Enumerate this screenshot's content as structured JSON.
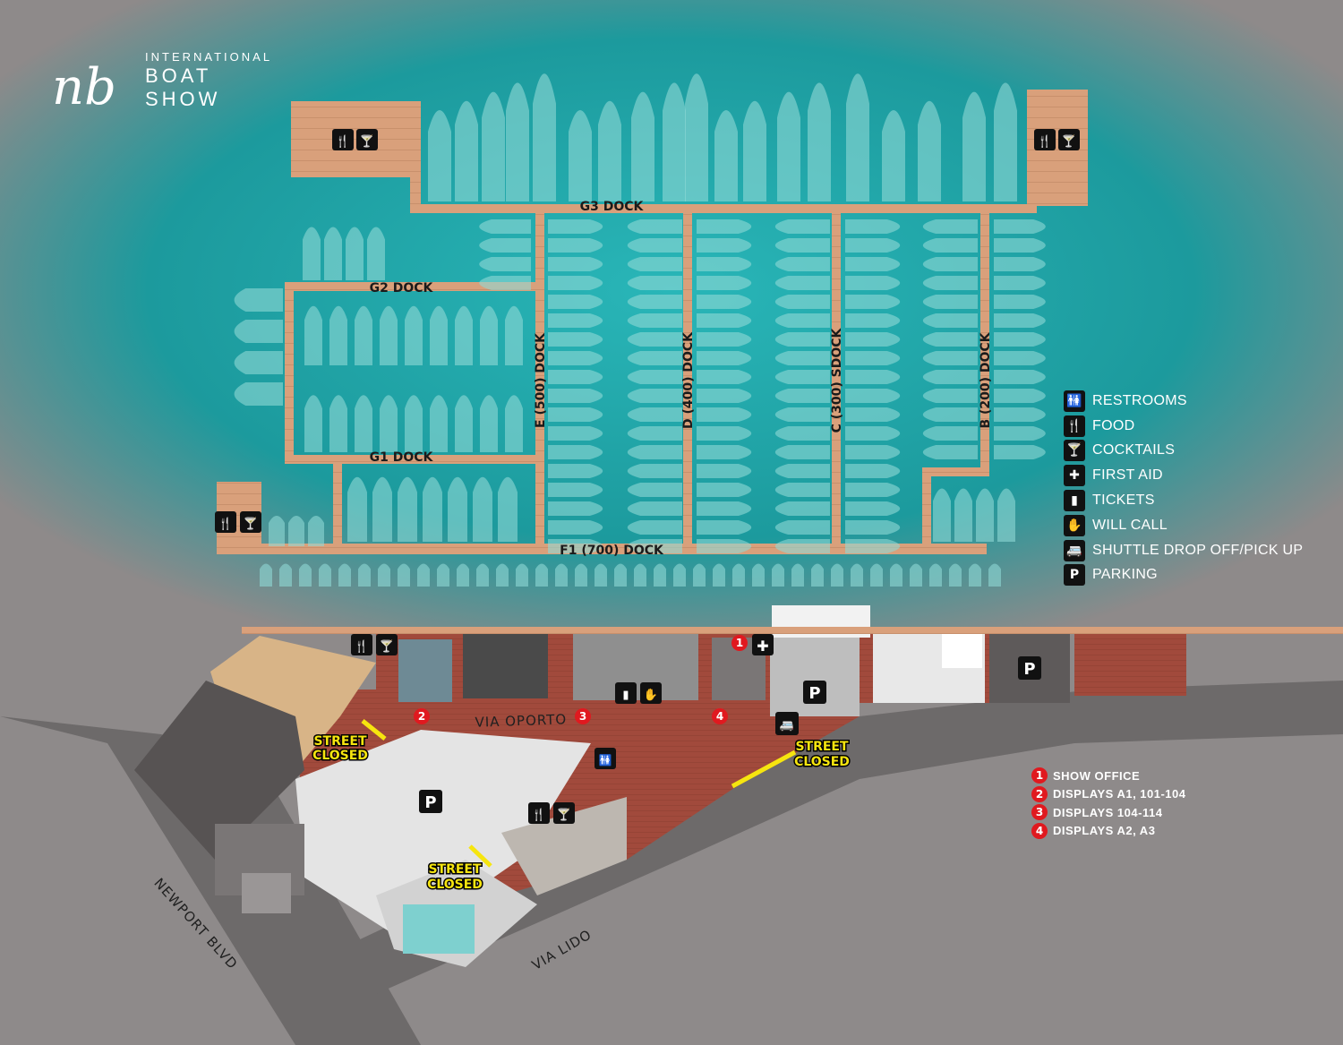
{
  "brand": {
    "logo_mark": "nb",
    "title_top": "INTERNATIONAL",
    "title_bottom": "BOAT SHOW"
  },
  "docks": {
    "g3": "G3 DOCK",
    "g2": "G2 DOCK",
    "g1": "G1 DOCK",
    "e": "E (500) DOCK",
    "d": "D (400) DOCK",
    "c": "C (300) SDOCK",
    "b": "B (200) DOCK",
    "f1": "F1 (700) DOCK"
  },
  "streets": {
    "via_oporto": "VIA OPORTO",
    "via_lido": "VIA LIDO",
    "newport_blvd": "NEWPORT BLVD"
  },
  "street_closed": {
    "line1": "STREET",
    "line2": "CLOSED"
  },
  "legend": [
    {
      "icon": "restroom-icon",
      "glyph": "🚻",
      "label": "RESTROOMS"
    },
    {
      "icon": "food-icon",
      "glyph": "🍴",
      "label": "FOOD"
    },
    {
      "icon": "cocktail-icon",
      "glyph": "🍸",
      "label": "COCKTAILS"
    },
    {
      "icon": "first-aid-icon",
      "glyph": "✚",
      "label": "FIRST AID"
    },
    {
      "icon": "ticket-icon",
      "glyph": "▮",
      "label": "TICKETS"
    },
    {
      "icon": "will-call-icon",
      "glyph": "✋",
      "label": "WILL CALL"
    },
    {
      "icon": "shuttle-icon",
      "glyph": "🚐",
      "label": "SHUTTLE DROP OFF/PICK UP"
    },
    {
      "icon": "parking-icon",
      "glyph": "P",
      "label": "PARKING"
    }
  ],
  "locations": [
    {
      "num": "1",
      "label": "SHOW OFFICE"
    },
    {
      "num": "2",
      "label": "DISPLAYS A1, 101-104"
    },
    {
      "num": "3",
      "label": "DISPLAYS 104-114"
    },
    {
      "num": "4",
      "label": "DISPLAYS A2, A3"
    }
  ],
  "parking_glyph": "P",
  "colors": {
    "water": "#1fa3a5",
    "dock": "#d9a07b",
    "land": "#8e8a8a",
    "road": "#6d6a6a",
    "brick": "#a14a3c",
    "marker_red": "#e0191f",
    "closed_yellow": "#f6e50f"
  }
}
